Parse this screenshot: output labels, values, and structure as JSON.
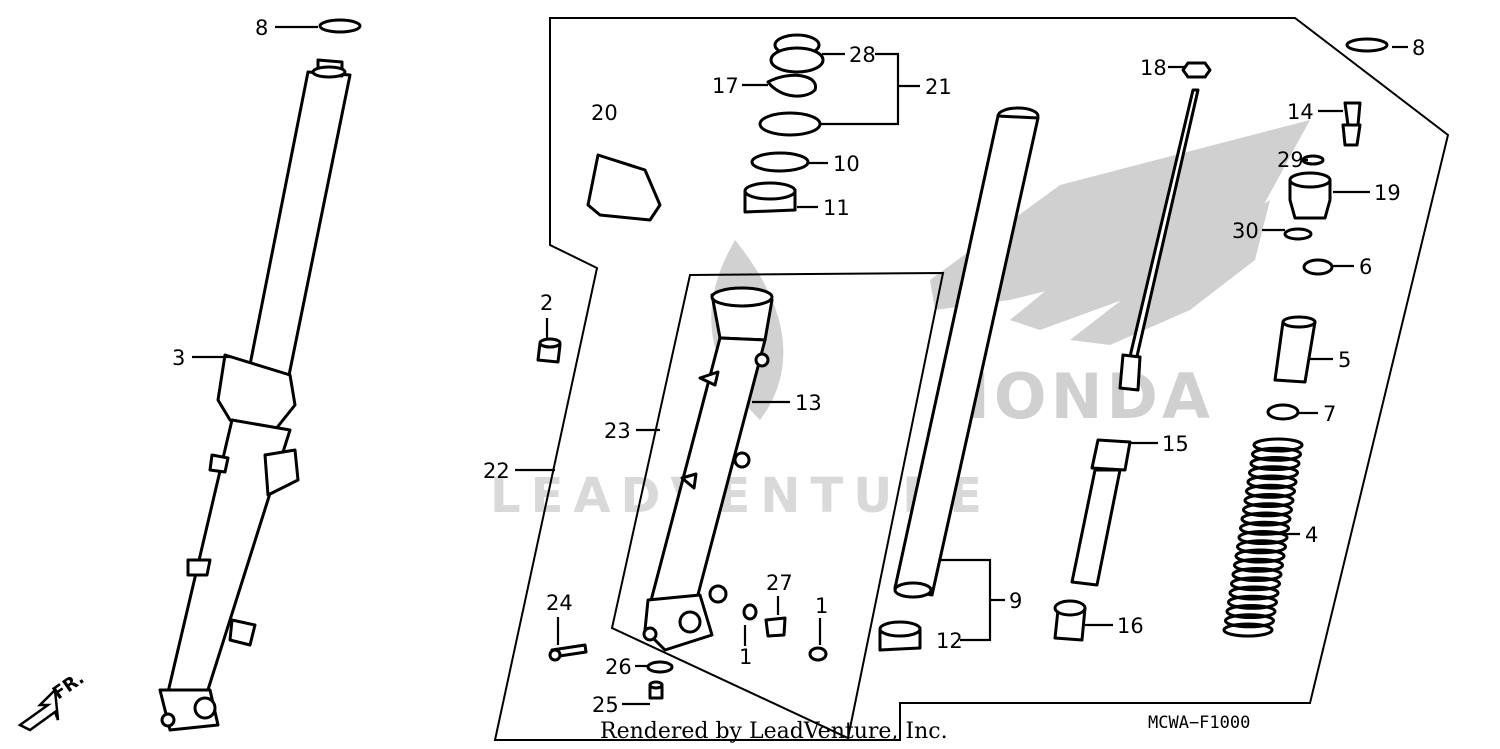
{
  "diagram": {
    "title": "",
    "callouts": {
      "n8a": "8",
      "n8b": "8",
      "n3": "3",
      "n2": "2",
      "n22": "22",
      "n20": "20",
      "n28": "28",
      "n17": "17",
      "n21": "21",
      "n10": "10",
      "n11": "11",
      "n23": "23",
      "n13": "13",
      "n24": "24",
      "n27": "27",
      "n1a": "1",
      "n1b": "1",
      "n26": "26",
      "n25": "25",
      "n9": "9",
      "n12": "12",
      "n18": "18",
      "n15": "15",
      "n16": "16",
      "n14": "14",
      "n29": "29",
      "n19": "19",
      "n30": "30",
      "n6": "6",
      "n5": "5",
      "n7": "7",
      "n4": "4"
    },
    "fr_label": "FR.",
    "watermark_brand": "HONDA",
    "watermark_text": "LEADVENTURE",
    "rendered_by": "Rendered by LeadVenture, Inc.",
    "diagram_code": "MCWA−F1000"
  }
}
